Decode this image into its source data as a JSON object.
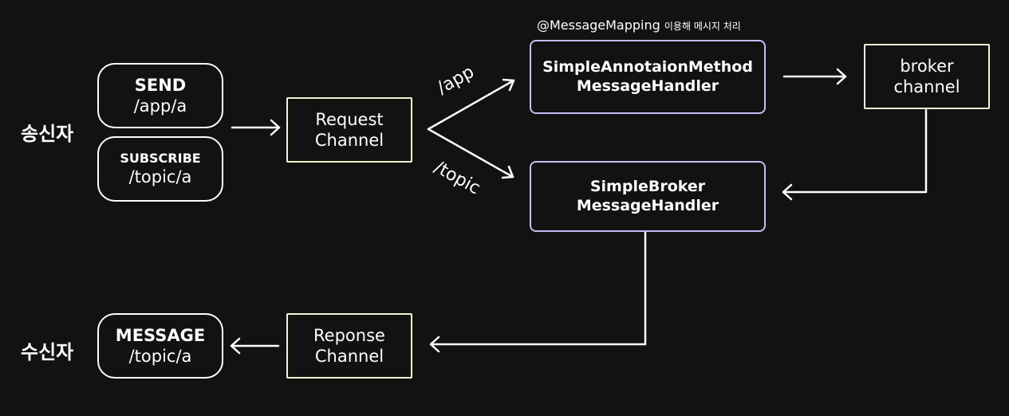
{
  "actors": {
    "sender": "송신자",
    "receiver": "수신자"
  },
  "send_box": {
    "title": "SEND",
    "path": "/app/a"
  },
  "subscribe_box": {
    "title": "SUBSCRIBE",
    "path": "/topic/a"
  },
  "message_box": {
    "title": "MESSAGE",
    "path": "/topic/a"
  },
  "request_channel": {
    "line1": "Request",
    "line2": "Channel"
  },
  "response_channel": {
    "line1": "Reponse",
    "line2": "Channel"
  },
  "annotation_handler": {
    "line1": "SimpleAnnotaionMethod",
    "line2": "MessageHandler",
    "note_main": "@MessageMapping",
    "note_small": "이용해 메시지 처리"
  },
  "broker_handler": {
    "line1": "SimpleBroker",
    "line2": "MessageHandler"
  },
  "broker_channel": {
    "line1": "broker",
    "line2": "channel"
  },
  "routes": {
    "app": "/app",
    "topic": "/topic"
  },
  "colors": {
    "background": "#121212",
    "client_border": "#ffffff",
    "channel_border": "#f4f6cf",
    "handler_border": "#c3bdf6"
  }
}
